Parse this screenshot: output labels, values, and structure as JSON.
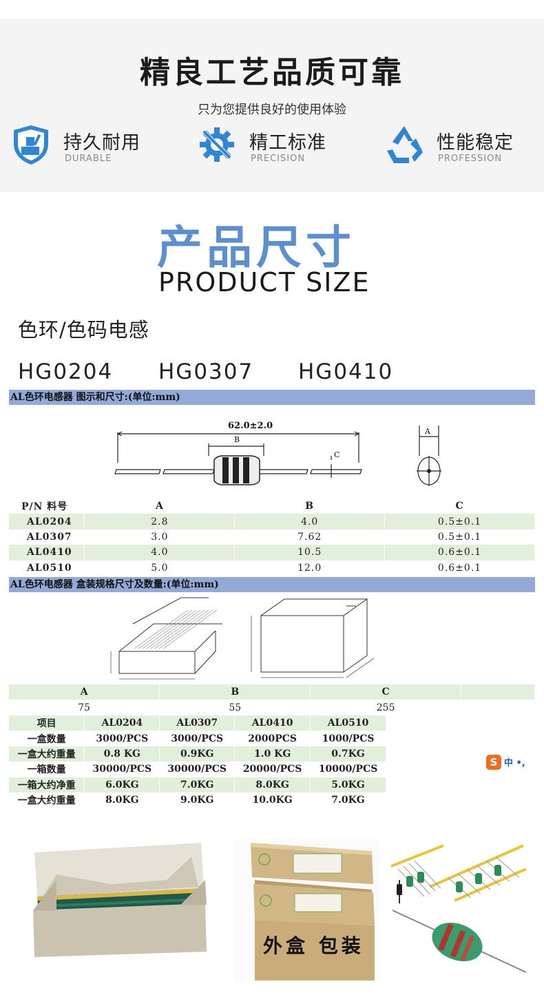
{
  "banner": {
    "title": "精良工艺品质可靠",
    "subtitle": "只为您提供良好的使用体验",
    "features": [
      {
        "label": "持久耐用",
        "sub": "DURABLE",
        "icon": "shield-icon"
      },
      {
        "label": "精工标准",
        "sub": "PRECISION",
        "icon": "gear-wrench-icon"
      },
      {
        "label": "性能稳定",
        "sub": "PROFESSION",
        "icon": "recycle-icon"
      }
    ],
    "accent": "#2f86d6"
  },
  "product_size": {
    "title_zh": "产品尺寸",
    "title_en": "PRODUCT SIZE",
    "title_color": "#5b8fd0"
  },
  "category": "色环/色码电感",
  "models": [
    "HG0204",
    "HG0307",
    "HG0410"
  ],
  "spec": {
    "dims_title": "AL色环电感器 图示和尺寸:(单位:mm)",
    "drawing": {
      "total_length": "62.0±2.0",
      "b_label": "B",
      "c_label": "C",
      "a_label": "A"
    },
    "dims_headers": [
      "P/N 料号",
      "A",
      "B",
      "C"
    ],
    "dims_rows": [
      [
        "AL0204",
        "2.8",
        "4.0",
        "0.5±0.1"
      ],
      [
        "AL0307",
        "3.0",
        "7.62",
        "0.5±0.1"
      ],
      [
        "AL0410",
        "4.0",
        "10.5",
        "0.6±0.1"
      ],
      [
        "AL0510",
        "5.0",
        "12.0",
        "0.6±0.1"
      ]
    ],
    "box_title": "AL色环电感器 盒装规格尺寸及数量:(单位:mm)",
    "box_headers": [
      "A",
      "B",
      "C"
    ],
    "box_values": [
      "75",
      "55",
      "255"
    ],
    "qty_headers": [
      "项目",
      "AL0204",
      "AL0307",
      "AL0410",
      "AL0510"
    ],
    "qty_rows": [
      [
        "一盒数量",
        "3000/PCS",
        "3000/PCS",
        "2000PCS",
        "1000/PCS"
      ],
      [
        "一盒大约重量",
        "0.8 KG",
        "0.9KG",
        "1.0 KG",
        "0.7KG"
      ],
      [
        "一箱数量",
        "30000/PCS",
        "30000/PCS",
        "20000/PCS",
        "10000/PCS"
      ],
      [
        "一箱大约净重",
        "6.0KG",
        "7.0KG",
        "8.0KG",
        "5.0KG"
      ],
      [
        "一盒大约重量",
        "8.0KG",
        "9.0KG",
        "10.0KG",
        "7.0KG"
      ]
    ],
    "header_bar_color": "#93a9d8",
    "stripe_color": "#e2efda"
  },
  "ime_badge": {
    "logo": "S",
    "text": "中 •,"
  },
  "photos": {
    "caption": "外盒 包装"
  }
}
